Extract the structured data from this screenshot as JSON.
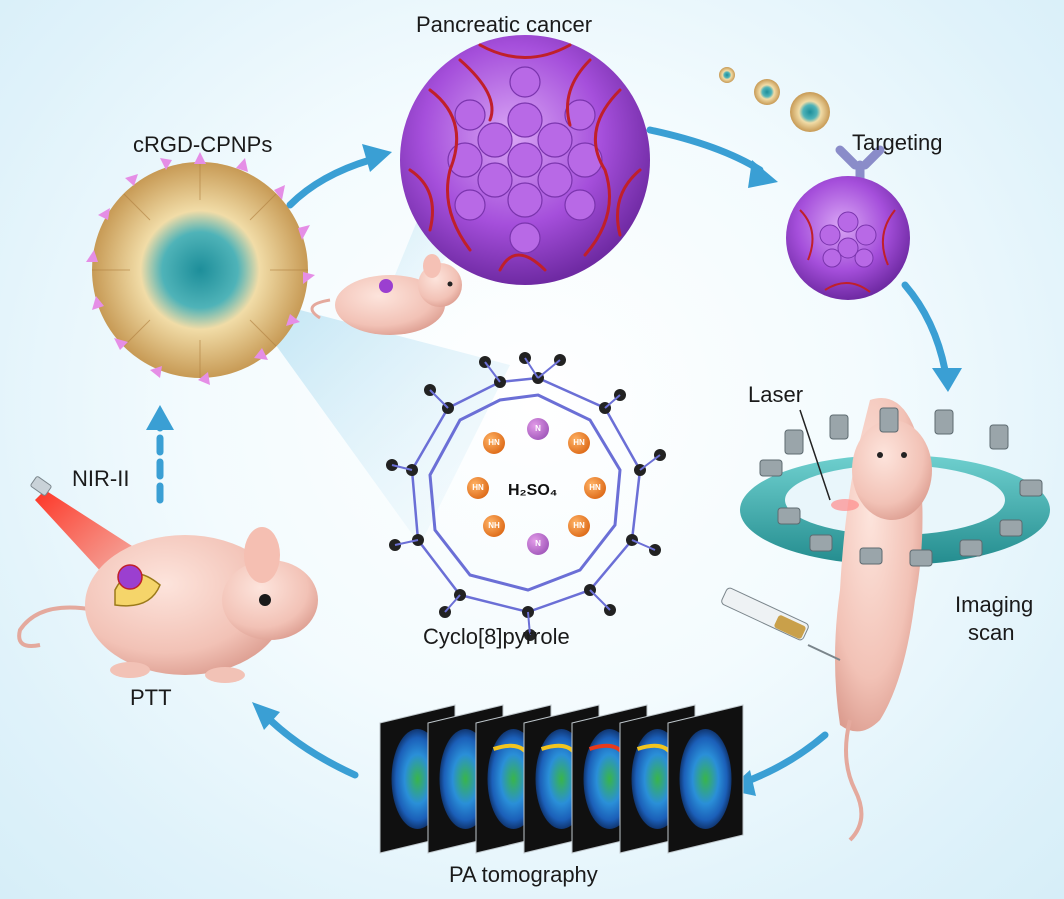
{
  "labels": {
    "pancreatic_cancer": "Pancreatic cancer",
    "crgd_cpnps": "cRGD-CPNPs",
    "targeting": "Targeting",
    "laser": "Laser",
    "imaging_scan_line1": "Imaging",
    "imaging_scan_line2": "scan",
    "nir_ii": "NIR-II",
    "ptt": "PTT",
    "cyclo_pyrrole": "Cyclo[8]pyrrole",
    "pa_tomography": "PA tomography"
  },
  "molecule": {
    "acid": "H₂SO₄",
    "nh_top": "N",
    "nh_bottom": "N",
    "hn_tl": "HN",
    "hn_tr": "HN",
    "hn_ml": "HN",
    "hn_mr": "HN",
    "nh_bl": "NH",
    "hn_br": "HN"
  },
  "colors": {
    "arrow": "#3a9fd4",
    "tumor": "#a14fd6",
    "vessel": "#c0202a",
    "nanoparticle_shell": "#e3c48a",
    "ring": "#3fb0b0",
    "laser_beam": "#e8231b",
    "mouse_skin": "#f5cfc6"
  },
  "tomography_slices": 7
}
